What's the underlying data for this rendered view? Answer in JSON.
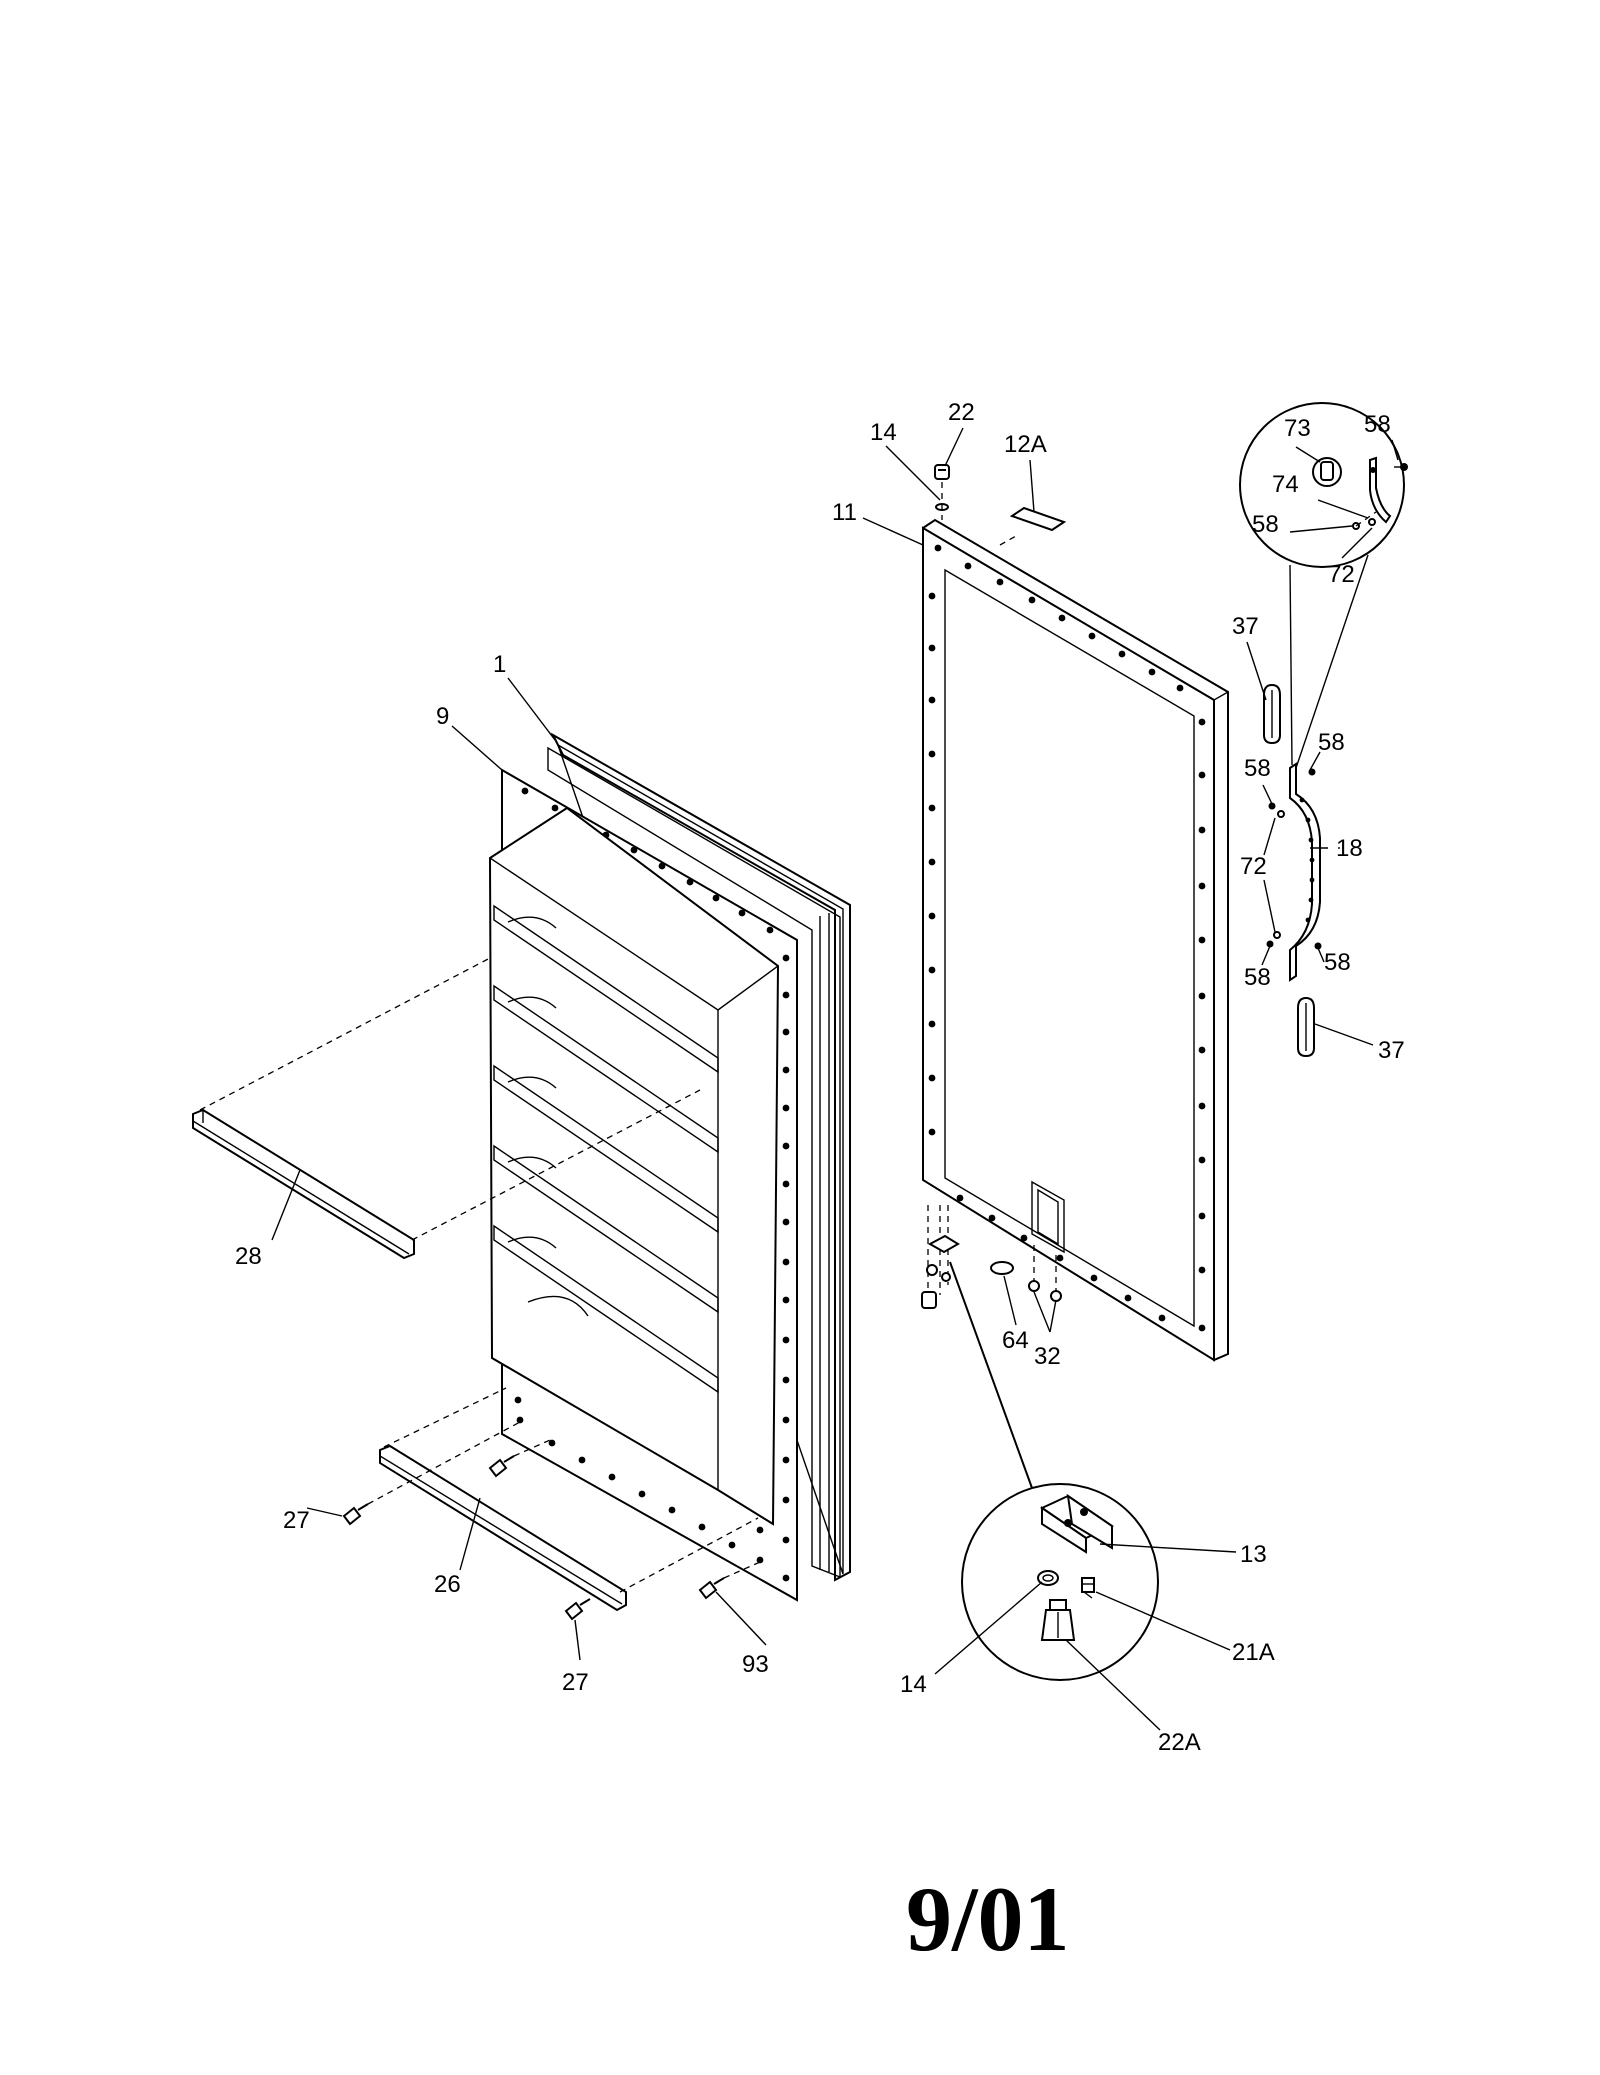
{
  "footer": {
    "date_code": "9/01"
  },
  "callouts": {
    "c1": "1",
    "c9": "9",
    "c11": "11",
    "c12A": "12A",
    "c13": "13",
    "c14_top": "14",
    "c14_detail": "14",
    "c18": "18",
    "c21A": "21A",
    "c22": "22",
    "c22A": "22A",
    "c26": "26",
    "c27_left": "27",
    "c27_bottom": "27",
    "c28": "28",
    "c32": "32",
    "c37_top": "37",
    "c37_bottom": "37",
    "c58_detail_top": "58",
    "c58_detail_left": "58",
    "c58_upper_right": "58",
    "c58_upper_left": "58",
    "c58_lower_right": "58",
    "c58_lower_left": "58",
    "c64": "64",
    "c72_detail": "72",
    "c72_left": "72",
    "c73": "73",
    "c74": "74",
    "c93": "93"
  }
}
